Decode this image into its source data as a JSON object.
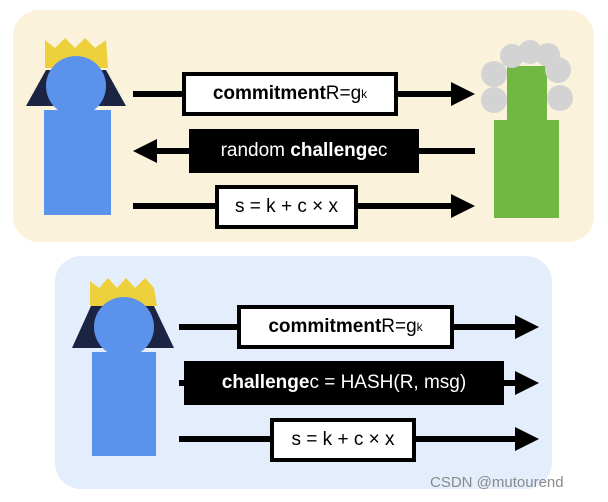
{
  "top": {
    "step1": {
      "bold": "commitment",
      "text": " R=g",
      "sup": "k"
    },
    "step2": {
      "text": "random ",
      "bold": "challenge",
      "text2": " c"
    },
    "step3": {
      "text": "s = k + c × x"
    }
  },
  "bottom": {
    "step1": {
      "bold": "commitment",
      "text": " R=g",
      "sup": "k"
    },
    "step2": {
      "bold": "challenge",
      "text": " c = HASH(R, msg)"
    },
    "step3": {
      "text": "s = k + c × x"
    }
  },
  "watermark": "CSDN @mutourend",
  "colors": {
    "top_panel": "#fbf2dc",
    "bottom_panel": "#e3edfb",
    "prover_body": "#5b92ec",
    "crown": "#edd03b",
    "hair": "#1c2444",
    "verifier_body": "#71b743",
    "wig": "#d3d3d3"
  }
}
